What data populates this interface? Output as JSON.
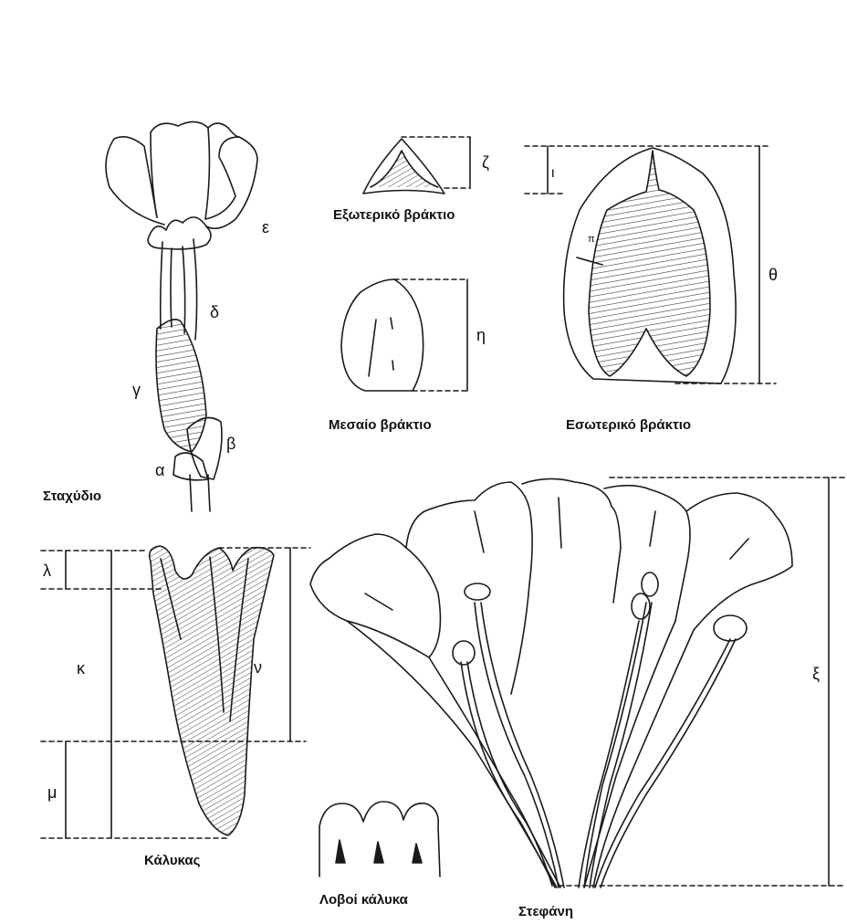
{
  "captions": {
    "spike": "Σταχύδιο",
    "outer_bract": "Εξωτερικό βράκτιο",
    "middle_bract": "Μεσαίο βράκτιο",
    "inner_bract": "Εσωτερικό βράκτιο",
    "calyx": "Κάλυκας",
    "calyx_lobes": "Λοβοί κάλυκα",
    "corolla": "Στεφάνη"
  },
  "letters": {
    "alpha": "α",
    "beta": "β",
    "gamma": "γ",
    "delta": "δ",
    "epsilon": "ε",
    "zeta": "ζ",
    "eta": "η",
    "theta": "θ",
    "iota": "ι",
    "pi": "π",
    "kappa": "κ",
    "lambda": "λ",
    "mu": "μ",
    "nu": "ν",
    "xi": "ξ"
  },
  "style": {
    "ink": "#1a1a1a",
    "hatch": "#3a3a3a"
  }
}
